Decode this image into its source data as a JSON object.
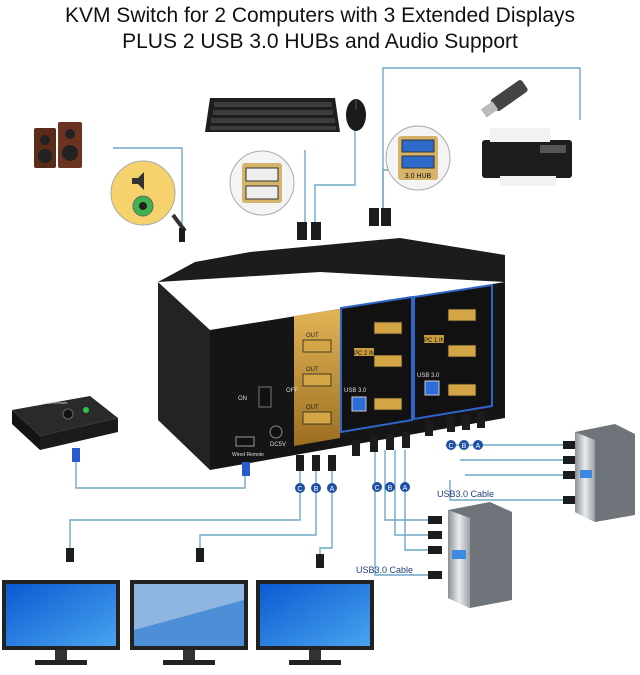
{
  "title": {
    "line1": "KVM Switch for 2 Computers with 3 Extended Displays",
    "line2": "PLUS 2 USB 3.0 HUBs and Audio Support"
  },
  "device": {
    "front_on": "ON",
    "front_off": "OFF",
    "dc_label": "DC5V",
    "wired_remote": "Wired Remote",
    "out_c": "OUT",
    "out_b": "OUT",
    "out_a": "OUT",
    "pc2_in": "PC 2 IN",
    "pc1_in": "PC 1 IN",
    "usb30_left": "USB 3.0",
    "usb30_right": "USB 3.0",
    "remote_label": "Wired Remote"
  },
  "hub_label": "3.0 HUB",
  "cable_labels": {
    "usb_cable_right": "USB3.0 Cable",
    "usb_cable_middle": "USB3.0 Cable"
  },
  "port_tags": {
    "right": [
      "C",
      "B",
      "A"
    ],
    "middle": [
      "C",
      "B",
      "A"
    ],
    "bottom": [
      "C",
      "B",
      "A"
    ]
  },
  "colors": {
    "tag_blue": "#1f4fa3",
    "wire": "#6fa8c7",
    "device_body": "#1a1a1a",
    "gold": "#c89b3c"
  }
}
